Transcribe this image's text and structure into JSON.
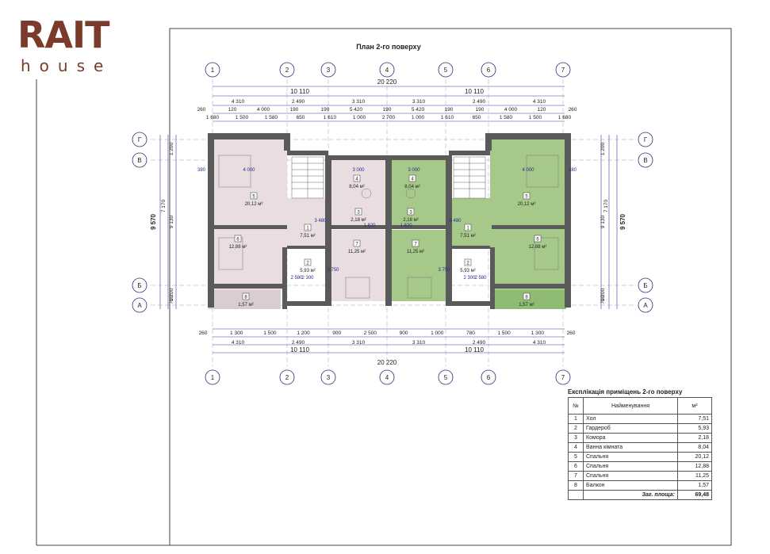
{
  "logo": {
    "word": "RAIT",
    "sub": "house"
  },
  "plan": {
    "title": "План 2-го поверху",
    "axes_numbers": [
      "1",
      "2",
      "3",
      "4",
      "5",
      "6",
      "7"
    ],
    "axes_letters_left": [
      "Г",
      "В",
      "Б",
      "А"
    ],
    "total_width": "20 220",
    "half_width": "10 110",
    "total_height": "9 570",
    "top_dims_row1": [
      "4 310",
      "2 490",
      "3 310",
      "3 310",
      "2 490",
      "4 310"
    ],
    "top_dims_row2": [
      "260",
      "120",
      "4 000",
      "190",
      "190",
      "5 420",
      "190",
      "5 420",
      "190",
      "190",
      "4 000",
      "120",
      "260"
    ],
    "top_dims_row3": [
      "1 680",
      "1 500",
      "1 580",
      "650",
      "1 610",
      "1 000",
      "2 700",
      "1 000",
      "1 610",
      "650",
      "1 580",
      "1 500",
      "1 680"
    ],
    "bottom_dims_row1": [
      "260",
      "1 300",
      "1 500",
      "1 200",
      "900",
      "2 500",
      "900",
      "1 000",
      "780",
      "1 500",
      "1 300",
      "260"
    ],
    "bottom_dims_row2": [
      "4 310",
      "2 490",
      "3 310",
      "3 310",
      "2 490",
      "4 310"
    ],
    "left_dims": [
      "1 200",
      "7 170",
      "9 130",
      "1 200",
      "700"
    ],
    "rooms": [
      {
        "num": "5",
        "area": "20,12 м²"
      },
      {
        "num": "6",
        "area": "12,88 м²"
      },
      {
        "num": "8",
        "area": "1,57 м²"
      },
      {
        "num": "1",
        "area": "7,51 м²"
      },
      {
        "num": "2",
        "area": "5,93 м²"
      },
      {
        "num": "3",
        "area": "2,18 м²"
      },
      {
        "num": "4",
        "area": "8,04 м²"
      },
      {
        "num": "7",
        "area": "11,25 м²"
      },
      {
        "num": "4",
        "area": "8,04 м²"
      },
      {
        "num": "3",
        "area": "2,18 м²"
      },
      {
        "num": "7",
        "area": "11,25 м²"
      },
      {
        "num": "1",
        "area": "7,51 м²"
      },
      {
        "num": "2",
        "area": "5,93 м²"
      },
      {
        "num": "5",
        "area": "20,12 м²"
      },
      {
        "num": "6",
        "area": "12,88 м²"
      },
      {
        "num": "8",
        "area": "1,57 м²"
      }
    ],
    "inner_dims": [
      "380",
      "4 000",
      "3 000",
      "3 480",
      "2 300",
      "3 750",
      "1 820",
      "2 580"
    ],
    "colors": {
      "left_unit": "#e9dde0",
      "right_unit": "#a6c98a",
      "wall": "#5a5a5a",
      "axis_circle": "#2d2d7a",
      "dim_line": "#3a3aa0"
    }
  },
  "explication": {
    "title": "Експлікація приміщень 2-го поверху",
    "header": {
      "num": "№",
      "name": "Найменування",
      "area": "м²"
    },
    "rows": [
      {
        "num": "1",
        "name": "Хол",
        "area": "7,51"
      },
      {
        "num": "2",
        "name": "Гардероб",
        "area": "5,93"
      },
      {
        "num": "3",
        "name": "Комора",
        "area": "2,18"
      },
      {
        "num": "4",
        "name": "Ванна кімната",
        "area": "8,04"
      },
      {
        "num": "5",
        "name": "Спальня",
        "area": "20,12"
      },
      {
        "num": "6",
        "name": "Спальня",
        "area": "12,88"
      },
      {
        "num": "7",
        "name": "Спальня",
        "area": "11,25"
      },
      {
        "num": "8",
        "name": "Балкон",
        "area": "1,57"
      }
    ],
    "total": {
      "label": "Заг. площа:",
      "area": "69,48"
    }
  }
}
